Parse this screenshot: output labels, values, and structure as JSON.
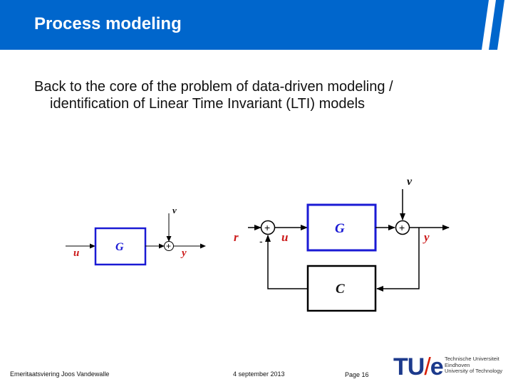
{
  "header": {
    "title": "Process modeling",
    "background_color": "#0066cc"
  },
  "body": {
    "line1": "Back to the core of the problem of data-driven modeling /",
    "line2": "identification of Linear Time Invariant (LTI) models"
  },
  "diagram_open_loop": {
    "input_label": "u",
    "block_label": "G",
    "disturbance_label": "v",
    "sum_sign": "+",
    "output_label": "y"
  },
  "diagram_closed_loop": {
    "reference_label": "r",
    "sum1_sign": "+",
    "feedback_sign": "-",
    "control_label": "u",
    "plant_label": "G",
    "disturbance_label": "v",
    "sum2_sign": "+",
    "output_label": "y",
    "controller_label": "C"
  },
  "footer": {
    "author": "Emeritaatsviering Joos Vandewalle",
    "date": "4 september 2013",
    "page": "Page 16"
  },
  "logo": {
    "mark_left": "TU",
    "mark_slash": "/",
    "mark_right": "e",
    "line1": "Technische Universiteit",
    "line2": "Eindhoven",
    "line3": "University of Technology"
  }
}
